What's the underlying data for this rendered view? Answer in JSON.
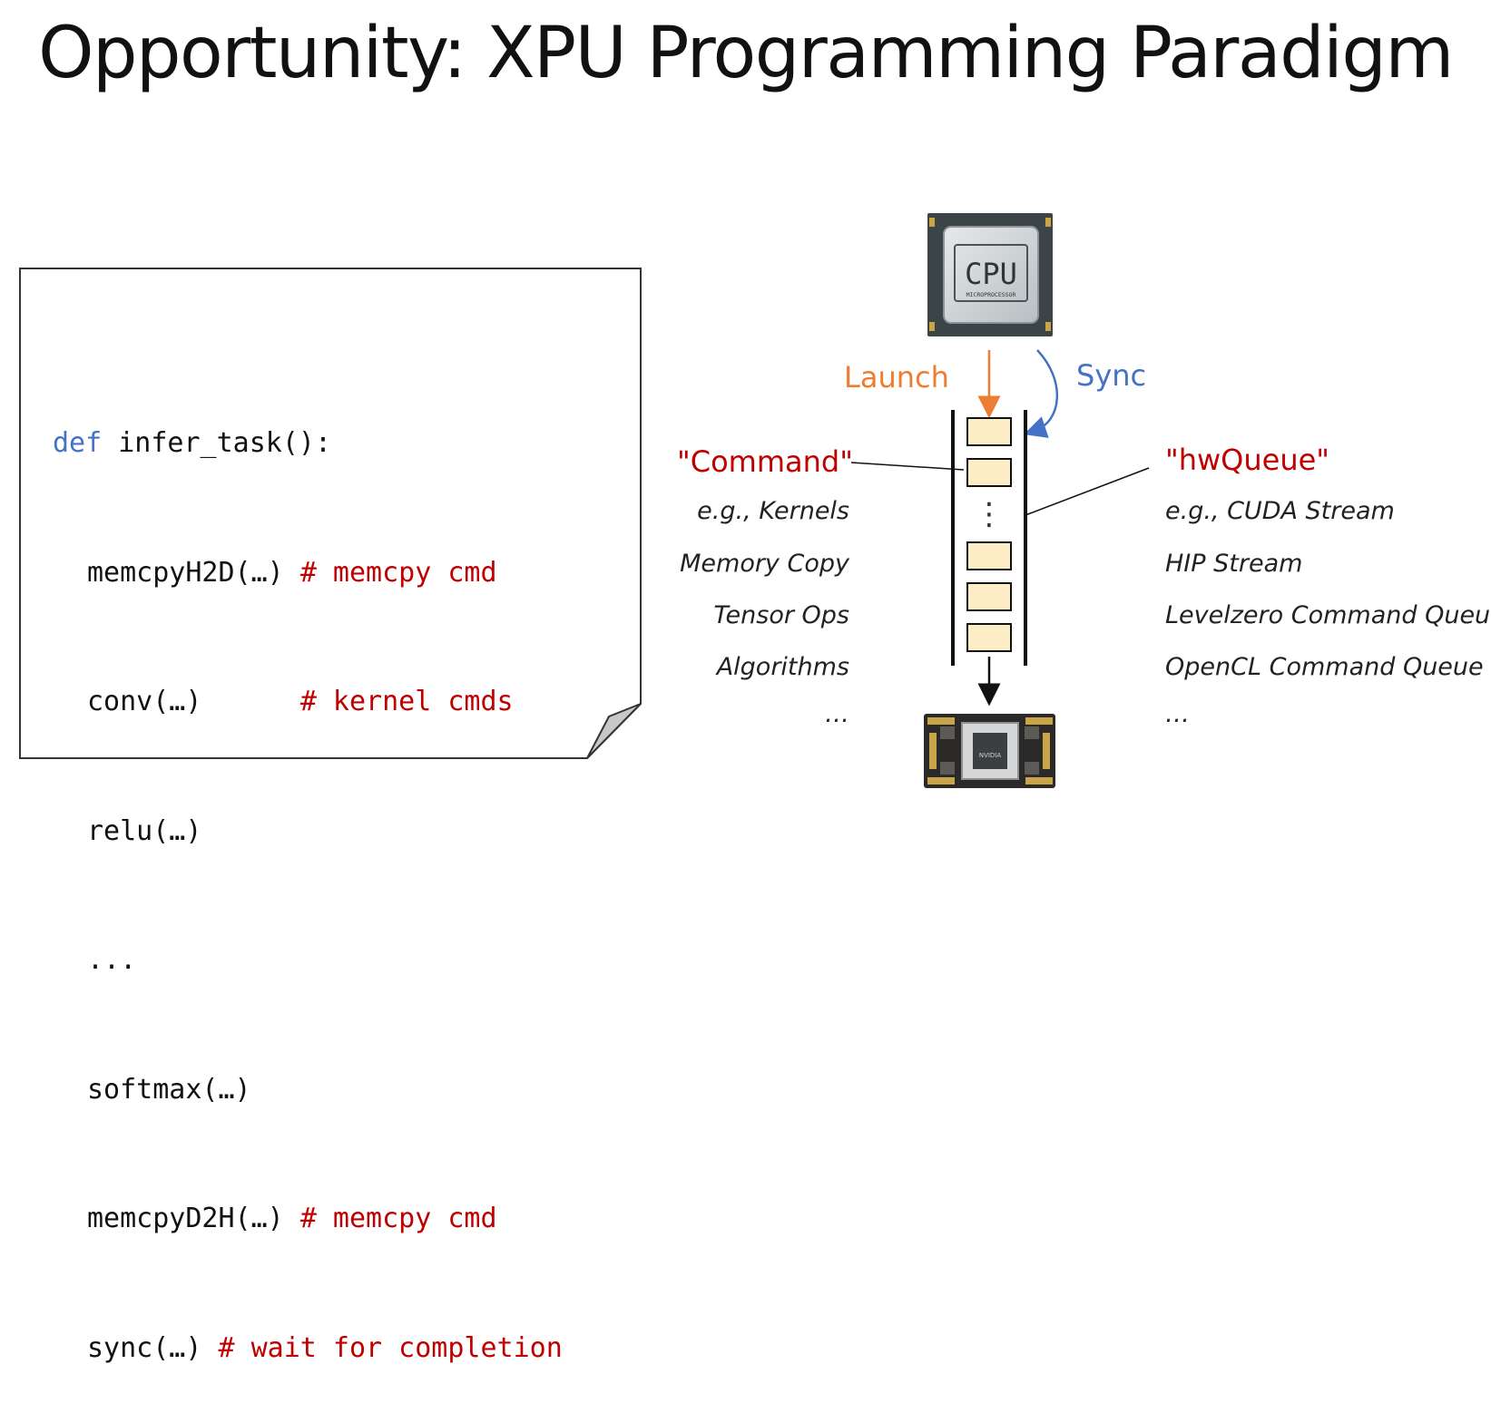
{
  "title": "Opportunity: XPU Programming Paradigm",
  "code": {
    "lines": [
      {
        "keyword": "def",
        "text": " infer_task():",
        "comment": ""
      },
      {
        "keyword": "",
        "text": "memcpyH2D(…) ",
        "comment": "# memcpy cmd"
      },
      {
        "keyword": "",
        "text": "conv(…)      ",
        "comment": "# kernel cmds"
      },
      {
        "keyword": "",
        "text": "relu(…)",
        "comment": ""
      },
      {
        "keyword": "",
        "text": "...",
        "comment": ""
      },
      {
        "keyword": "",
        "text": "softmax(…)",
        "comment": ""
      },
      {
        "keyword": "",
        "text": "memcpyD2H(…) ",
        "comment": "# memcpy cmd"
      },
      {
        "keyword": "",
        "text": "sync(…) ",
        "comment": "# wait for completion"
      }
    ]
  },
  "diagram": {
    "cpu_chip": {
      "label": "CPU",
      "sublabel": "MICROPROCESSOR",
      "icon": "cpu-icon"
    },
    "gpu_board": {
      "label": "NVIDIA",
      "icon": "gpu-icon"
    },
    "launch_label": "Launch",
    "sync_label": "Sync",
    "command": {
      "title": "\"Command\"",
      "examples": [
        "e.g., Kernels",
        "Memory Copy",
        "Tensor Ops",
        "Algorithms",
        "…"
      ]
    },
    "hwqueue": {
      "title": "\"hwQueue\"",
      "examples": [
        "e.g., CUDA Stream",
        "HIP Stream",
        "Levelzero Command Queue",
        "OpenCL Command Queue",
        "…"
      ]
    },
    "queue_ellipsis": "⋮",
    "colors": {
      "launch": "#ed7d31",
      "sync": "#4472c4",
      "label_red": "#c00000",
      "slot_fill": "#fdedc6",
      "keyword": "#4472c4"
    }
  }
}
